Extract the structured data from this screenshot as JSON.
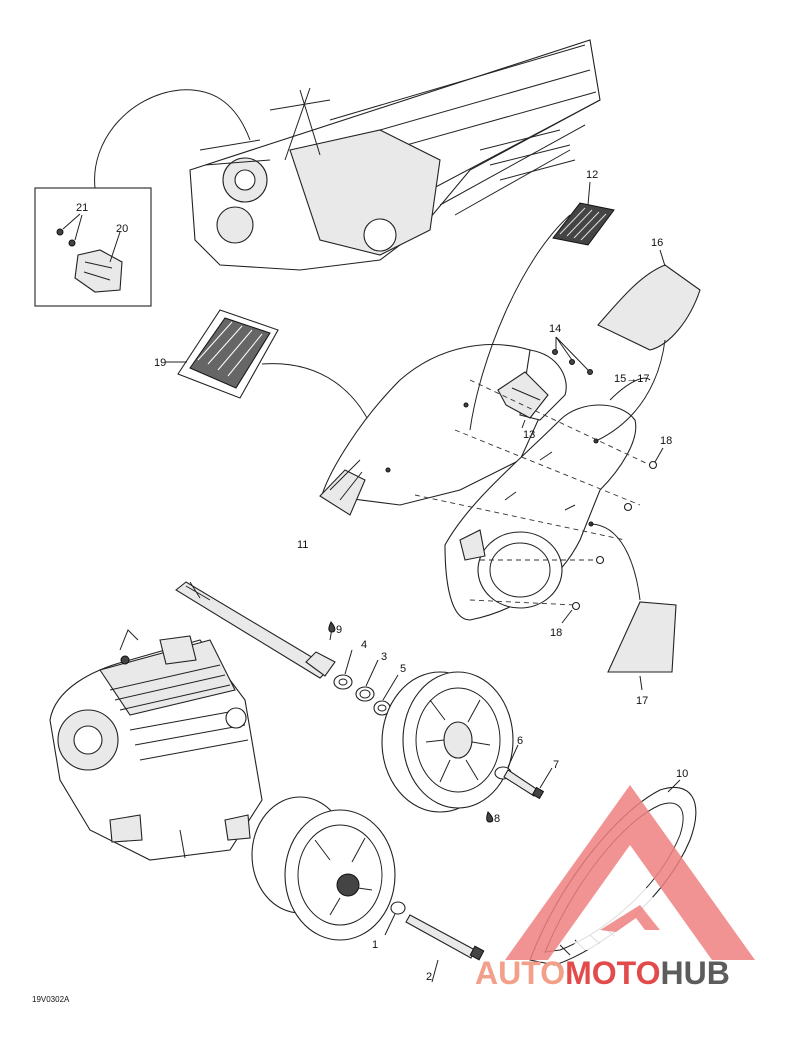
{
  "diagram": {
    "drawing_code": "19V0302A",
    "callouts": {
      "c1": "1",
      "c2": "2",
      "c3": "3",
      "c4": "4",
      "c5": "5",
      "c6": "6",
      "c7": "7",
      "c8": "8",
      "c9": "9",
      "c10": "10",
      "c11": "11",
      "c12": "12",
      "c13": "13",
      "c14": "14",
      "c15_17": "15→17",
      "c16": "16",
      "c17": "17",
      "c18a": "18",
      "c18b": "18",
      "c19": "19",
      "c20": "20",
      "c21": "21"
    }
  },
  "watermark": {
    "part1": "AUTO",
    "part2": "MOTO",
    "part3": "HUB",
    "colors": {
      "auto": "#f2a08a",
      "moto": "#e24b4b",
      "hub": "#5c5c5c"
    }
  }
}
